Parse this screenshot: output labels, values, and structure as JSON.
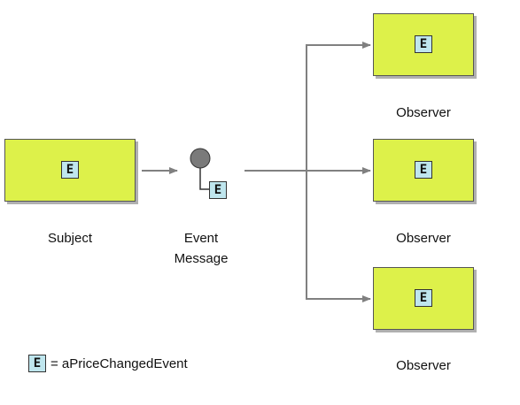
{
  "diagram": {
    "badge_letter": "E",
    "subject_label": "Subject",
    "message_label_line1": "Event",
    "message_label_line2": "Message",
    "observers": [
      {
        "label": "Observer"
      },
      {
        "label": "Observer"
      },
      {
        "label": "Observer"
      }
    ],
    "legend": {
      "text": "= aPriceChangedEvent"
    },
    "colors": {
      "box_fill": "#ddf14a",
      "badge_fill": "#bfe6ee",
      "connector": "#808080",
      "message_dot": "#7a7a7a"
    }
  }
}
